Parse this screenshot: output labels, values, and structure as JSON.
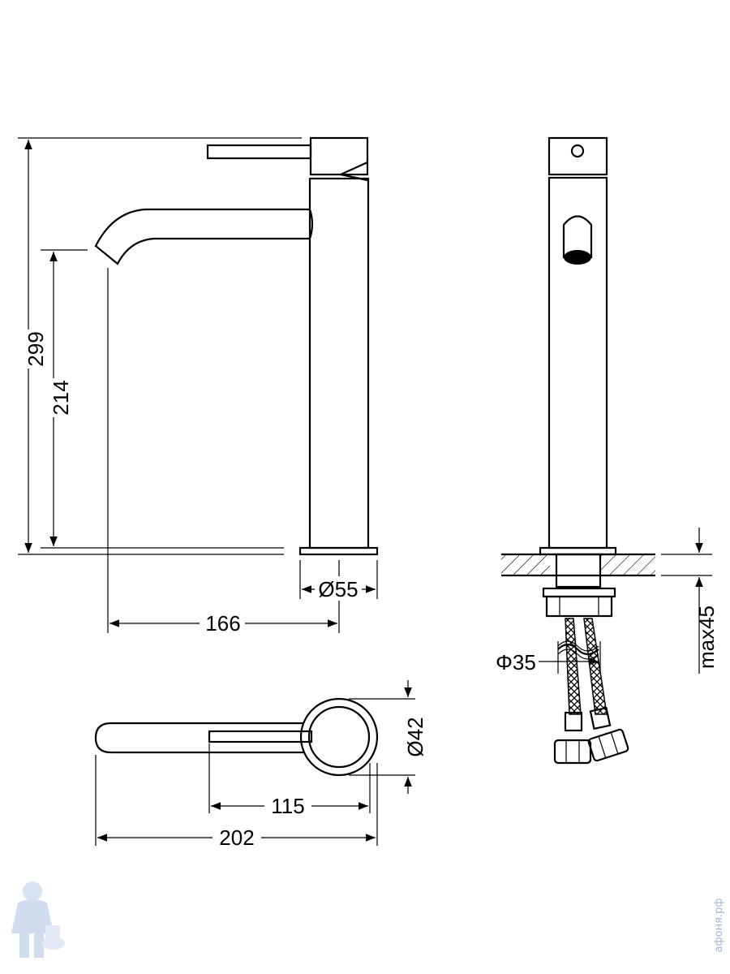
{
  "dimensions": {
    "total_height": "299",
    "spout_height": "214",
    "base_diameter": "Ø55",
    "spout_reach": "166",
    "body_diameter_top": "Ø42",
    "handle_length": "115",
    "overall_length": "202",
    "hose_diameter": "Φ35",
    "max_counter_thickness": "max45"
  },
  "watermark": {
    "text": "афоня.рф"
  },
  "colors": {
    "line": "#000000",
    "watermark": "#9fb8d6"
  }
}
